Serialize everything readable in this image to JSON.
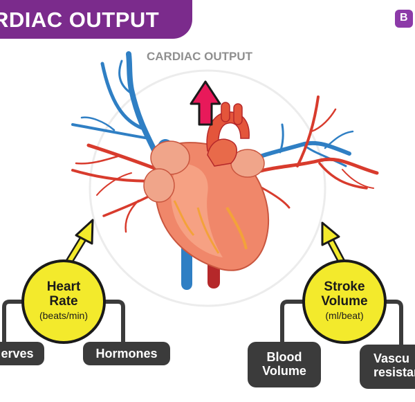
{
  "banner": {
    "title": "RDIAC OUTPUT"
  },
  "logo": {
    "letter": "B"
  },
  "diagram": {
    "output_label": "CARDIAC OUTPUT",
    "heart_rate": {
      "title_line1": "Heart",
      "title_line2": "Rate",
      "unit": "(beats/min)"
    },
    "stroke_volume": {
      "title_line1": "Stroke",
      "title_line2": "Volume",
      "unit": "(ml/beat)"
    },
    "factors": {
      "nerves": "erves",
      "hormones": "Hormones",
      "blood_volume_line1": "Blood",
      "blood_volume_line2": "Volume",
      "vascular_line1": "Vascu",
      "vascular_line2": "resistan"
    }
  },
  "colors": {
    "banner": "#7b2b8c",
    "circle": "#f3ea2c",
    "arrow_up": "#e8195a",
    "arrow_yellow": "#f3ea2c",
    "pill": "#3b3b3b",
    "vein_blue": "#2f7fc4",
    "artery_red": "#d83b2d",
    "heart": "#f0876a"
  }
}
